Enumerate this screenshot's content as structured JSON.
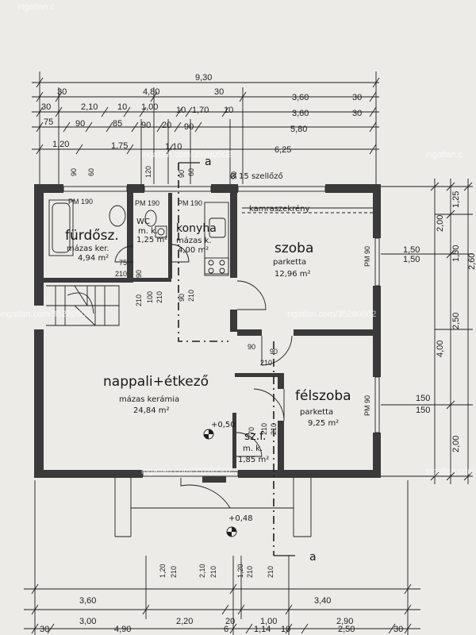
{
  "dimensions": {
    "top_row1": [
      "9,30"
    ],
    "top_row2": [
      "30",
      "4,80",
      "30",
      "3,60",
      "30"
    ],
    "top_row3": [
      "30",
      "2,10",
      "10",
      "1,00",
      "10",
      "1,70",
      "10",
      "3,60",
      "30"
    ],
    "top_row4": [
      "75",
      "90",
      "85",
      "90",
      "20",
      "90",
      "5,80"
    ],
    "top_row5": [
      "1,20",
      "1,75",
      "1,10",
      "6,25"
    ],
    "bottom_row1": [
      "3,60",
      "3,40"
    ],
    "bottom_row2": [
      "3,00",
      "2,20",
      "20",
      "1,00",
      "2,90"
    ],
    "bottom_row3": [
      "30",
      "4,90",
      "6",
      "1,14",
      "10",
      "2,50",
      "30"
    ],
    "right_col1": [
      "1,25",
      "2,00",
      "1,50",
      "2,50",
      "2,00"
    ],
    "right_col2": [
      "4,00"
    ],
    "right_col3": [
      "2,60"
    ],
    "window_marks": [
      "90",
      "60",
      "120",
      "90",
      "60",
      "90"
    ],
    "bottom_openings": [
      "1,20",
      "210",
      "2,10",
      "210",
      "1,20",
      "210",
      "210"
    ]
  },
  "rooms": [
    {
      "id": "furdo",
      "name": "fürdősz.",
      "finish": "mázas ker.",
      "area": "4,94 m²"
    },
    {
      "id": "wc",
      "name": "WC",
      "finish": "m. k.",
      "area": "1,25 m²"
    },
    {
      "id": "konyha",
      "name": "konyha",
      "finish": "mázas k.",
      "area": "4,00 m²"
    },
    {
      "id": "szoba",
      "name": "szoba",
      "finish": "parketta",
      "area": "12,96 m²"
    },
    {
      "id": "nappali",
      "name": "nappali+étkező",
      "finish": "mázas kerámia",
      "area": "24,84 m²"
    },
    {
      "id": "felszoba",
      "name": "félszoba",
      "finish": "parketta",
      "area": "9,25 m²"
    },
    {
      "id": "szf",
      "name": "sz.f.",
      "finish": "m. k.",
      "area": "1,85 m²"
    }
  ],
  "annotations": {
    "kamraszekreny": "kamraszekrény",
    "szellozo": "Ø 15 szellőző",
    "section_mark_top": "a",
    "section_mark_bottom": "a",
    "level_inner": "+0,50",
    "level_outer": "+0,48",
    "pm_labels": [
      "PM 190",
      "PM 190",
      "PM 190",
      "PM 90",
      "PM 90"
    ],
    "door_dims": [
      "75",
      "210",
      "90",
      "210",
      "90",
      "210",
      "90",
      "210",
      "90",
      "210",
      "100",
      "210",
      "70",
      "210"
    ],
    "window_right": [
      "1,50",
      "1,50",
      "150",
      "150"
    ]
  },
  "watermarks": [
    "ingatlan.com/35280502",
    "ingatlan.com/35280502",
    "ingatlan.com/35280502",
    "ingatlan.com/35280502",
    "ingatlan.com/35280502"
  ],
  "watermarks_short": [
    "ingatlan.c",
    "ingatlan.c",
    "ingatlan.com"
  ],
  "colors": {
    "ink": "#1d1d1d",
    "paper": "#ecebe7"
  }
}
